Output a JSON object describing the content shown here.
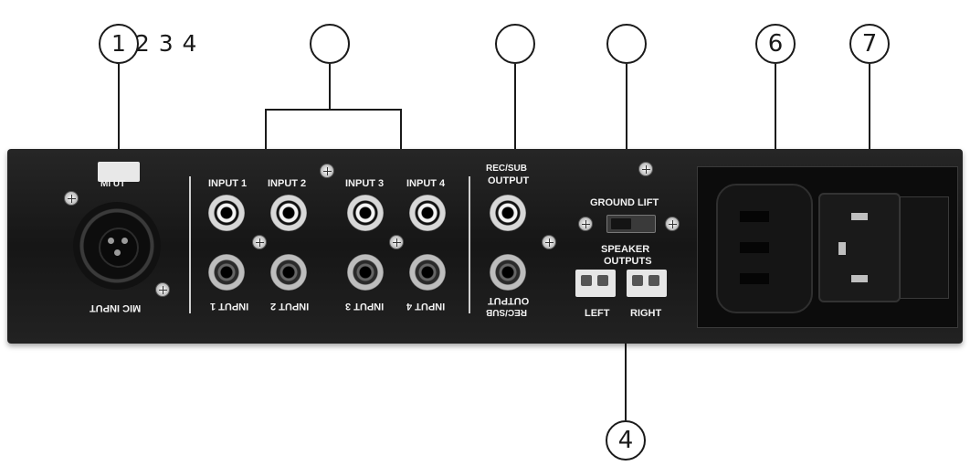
{
  "callouts": {
    "top_left_sequence": "1 2 3 4",
    "c_b_num": "",
    "c_c_num": "",
    "c_d_num": "",
    "c_6_num": "6",
    "c_7_num": "7",
    "c_bottom_num": "4"
  },
  "panel": {
    "mic_top_label": "MI     UT",
    "mic_input_label": "MIC INPUT",
    "input_1": "INPUT 1",
    "input_2": "INPUT 2",
    "input_3": "INPUT 3",
    "input_4": "INPUT 4",
    "rec_sub_top": "REC/SUB",
    "output_top": "OUTPUT",
    "rec_sub_bottom": "REC/SUB",
    "output_bottom": "OUTPUT",
    "ground_lift": "GROUND LIFT",
    "speaker": "SPEAKER",
    "outputs": "OUTPUTS",
    "left": "LEFT",
    "right": "RIGHT"
  },
  "colors": {
    "panel": "#1c1c1c",
    "callout_stroke": "#1a1a1a",
    "label": "#f2f2f2"
  },
  "icons": [
    "xlr-connector-icon",
    "rca-jack-icon",
    "screw-icon",
    "toggle-switch-icon",
    "terminal-block-icon",
    "iec-socket-icon",
    "iec-inlet-icon"
  ]
}
